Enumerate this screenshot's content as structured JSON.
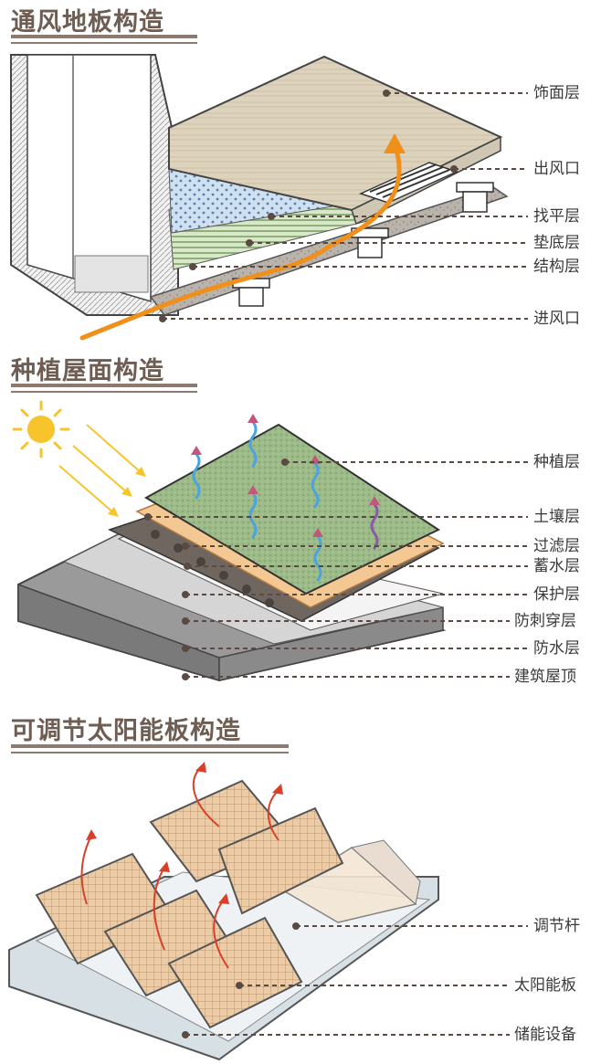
{
  "sections": [
    {
      "title": "通风地板构造",
      "labels": [
        "饰面层",
        "出风口",
        "找平层",
        "垫底层",
        "结构层",
        "进风口"
      ]
    },
    {
      "title": "种植屋面构造",
      "labels": [
        "种植层",
        "土壤层",
        "过滤层",
        "蓄水层",
        "保护层",
        "防刺穿层",
        "防水层",
        "建筑屋顶"
      ]
    },
    {
      "title": "可调节太阳能板构造",
      "labels": [
        "调节杆",
        "太阳能板",
        "储能设备"
      ]
    }
  ],
  "colors": {
    "title": "#6e5d53",
    "rule": "#8a7a70",
    "leader": "#5a4a42",
    "arrow": "#f0901a",
    "wood": "#ddd3bd",
    "grass": "#8fb07c",
    "panel": "#e9c9a3"
  }
}
